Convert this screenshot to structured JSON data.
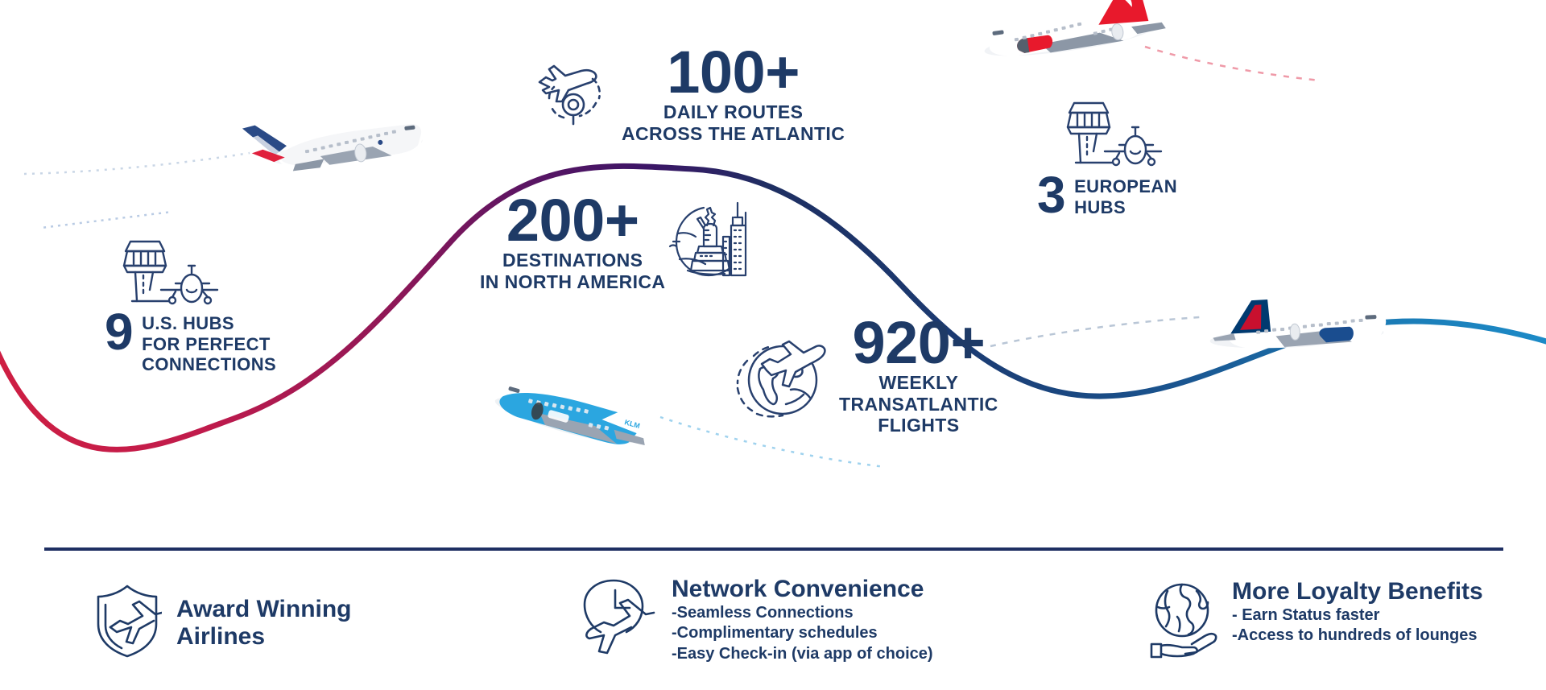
{
  "theme": {
    "navy": "#1e3a66",
    "deep_navy": "#1e2f62",
    "crimson": "#cf1f42",
    "purple": "#4b1464",
    "azure": "#1c8cc9",
    "background": "#ffffff"
  },
  "stats": [
    {
      "id": "us-hubs",
      "number": "9",
      "label_lines": [
        "U.S. HUBS",
        "FOR PERFECT",
        "CONNECTIONS"
      ],
      "icon": "control-tower-plane-icon"
    },
    {
      "id": "daily-routes",
      "number": "100+",
      "label_lines": [
        "DAILY ROUTES",
        "ACROSS THE ATLANTIC"
      ],
      "icon": "plane-route-pin-icon"
    },
    {
      "id": "destinations",
      "number": "200+",
      "label_lines": [
        "DESTINATIONS",
        "IN NORTH AMERICA"
      ],
      "icon": "new-york-skyline-icon"
    },
    {
      "id": "weekly-flights",
      "number": "920+",
      "label_lines": [
        "WEEKLY",
        "TRANSATLANTIC",
        "FLIGHTS"
      ],
      "icon": "globe-plane-icon"
    },
    {
      "id": "eu-hubs",
      "number": "3",
      "label_lines": [
        "EUROPEAN",
        "HUBS"
      ],
      "icon": "control-tower-plane-icon"
    }
  ],
  "benefits": [
    {
      "id": "award-winning-airlines",
      "icon": "shield-plane-icon",
      "title_lines": [
        "Award Winning",
        "Airlines"
      ],
      "items": []
    },
    {
      "id": "network-convenience",
      "icon": "clock-plane-icon",
      "title_lines": [
        "Network Convenience"
      ],
      "items": [
        "-Seamless Connections",
        "-Complimentary schedules",
        "-Easy Check-in (via app of choice)"
      ]
    },
    {
      "id": "more-loyalty-benefits",
      "icon": "globe-hand-icon",
      "title_lines": [
        "More Loyalty Benefits"
      ],
      "items": [
        "- Earn Status faster",
        "-Access to hundreds of lounges"
      ]
    }
  ],
  "aircraft": [
    {
      "id": "air-france",
      "name": "air-france-aircraft",
      "tail_colors": [
        "#2a4a86",
        "#e0203c"
      ],
      "trail": "dotted-light"
    },
    {
      "id": "virgin-atlantic",
      "name": "virgin-atlantic-aircraft",
      "tail_colors": [
        "#e8192c"
      ],
      "trail": "dashed-red"
    },
    {
      "id": "klm",
      "name": "klm-aircraft",
      "tail_colors": [
        "#00a1de",
        "#2ba6e0"
      ],
      "trail": "dotted-blue"
    },
    {
      "id": "delta",
      "name": "delta-aircraft",
      "tail_colors": [
        "#c8102e",
        "#003a70"
      ],
      "trail": "dashed-grey"
    }
  ],
  "wave": {
    "name": "gradient-sine-wave",
    "gradient_stops": [
      "#cf1f42",
      "#8e1757",
      "#4b1464",
      "#1e2f62",
      "#1a5590",
      "#1c8cc9"
    ]
  }
}
